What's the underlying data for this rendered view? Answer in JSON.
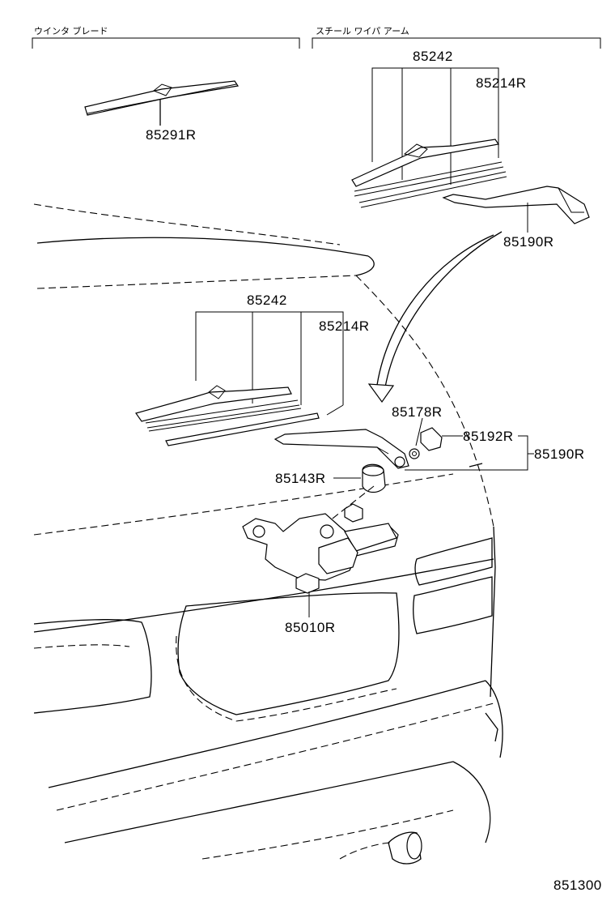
{
  "headers": {
    "left": "ウインタ ブレード",
    "right": "スチール ワイパ アーム"
  },
  "labels": {
    "p85291R": "85291R",
    "p85242_top": "85242",
    "p85214R_top": "85214R",
    "p85190R_top": "85190R",
    "p85242_mid": "85242",
    "p85214R_mid": "85214R",
    "p85178R": "85178R",
    "p85192R": "85192R",
    "p85190R_mid": "85190R",
    "p85143R": "85143R",
    "p85010R": "85010R"
  },
  "figure_id": "851300"
}
